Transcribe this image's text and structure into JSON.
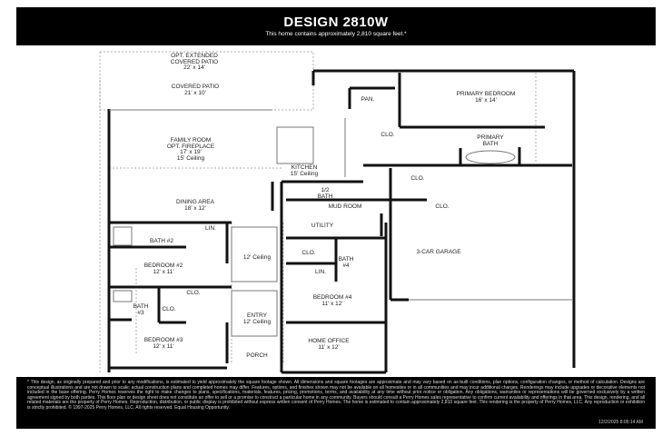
{
  "header": {
    "title": "DESIGN 2810W",
    "subtitle": "This home contains approximately 2,810 square feet.*"
  },
  "rooms": {
    "ext_patio": {
      "name": "OPT. EXTENDED",
      "name2": "COVERED PATIO",
      "size": "22' x 14'"
    },
    "covered_patio": {
      "name": "COVERED PATIO",
      "size": "21' x 10'"
    },
    "pantry": {
      "name": "PAN."
    },
    "primary_bedroom": {
      "name": "PRIMARY BEDROOM",
      "size": "16' x 14'"
    },
    "primary_clo1": {
      "name": "CLO."
    },
    "primary_bath": {
      "name": "PRIMARY",
      "name2": "BATH"
    },
    "family_room": {
      "name": "FAMILY ROOM",
      "name2": "OPT. FIREPLACE",
      "size": "17' x 19'",
      "ceiling": "15' Ceiling"
    },
    "kitchen": {
      "name": "KITCHEN",
      "ceiling": "15' Ceiling"
    },
    "primary_clo2": {
      "name": "CLO."
    },
    "half_bath": {
      "name": "1/2",
      "name2": "BATH"
    },
    "dining": {
      "name": "DINING AREA",
      "size": "18' x 12'"
    },
    "mud_room": {
      "name": "MUD ROOM"
    },
    "mud_clo": {
      "name": "CLO."
    },
    "utility": {
      "name": "UTILITY"
    },
    "bath2": {
      "name": "BATH #2"
    },
    "lin2": {
      "name": "LIN."
    },
    "garage": {
      "name": "3-CAR GARAGE"
    },
    "hall_ceiling": {
      "ceiling": "12' Ceiling"
    },
    "bed4_clo": {
      "name": "CLO."
    },
    "bath4": {
      "name": "BATH",
      "name2": "#4"
    },
    "lin4": {
      "name": "LIN."
    },
    "bedroom2": {
      "name": "BEDROOM #2",
      "size": "12' x 11'"
    },
    "bed2_clo": {
      "name": "CLO."
    },
    "bedroom4": {
      "name": "BEDROOM #4",
      "size": "11' x 12'"
    },
    "bath3": {
      "name": "BATH",
      "name2": "#3"
    },
    "bed3_clo": {
      "name": "CLO."
    },
    "entry": {
      "name": "ENTRY",
      "ceiling": "12' Ceiling"
    },
    "bedroom3": {
      "name": "BEDROOM #3",
      "size": "12' x 11'"
    },
    "home_office": {
      "name": "HOME OFFICE",
      "size": "11' x 12'"
    },
    "porch": {
      "name": "PORCH"
    }
  },
  "footer": {
    "disclaimer": "* This design, as originally prepared and prior to any modifications, is estimated to yield approximately the square footage shown. All dimensions and square footages are approximate and may vary based on as-built conditions, plan options, configuration changes, or method of calculation. Designs are conceptual illustrations and are not drawn to scale; actual construction plans and completed homes may differ. Features, options, and finishes shown may not be available on all homesites or in all communities and may incur additional charges. Renderings may include upgrades or decorative elements not included in the base offering. Perry Homes reserves the right to make changes to plans, specifications, materials, features, pricing, promotions, terms, and availability at any time without prior notice or obligation. Any obligations, warranties or representations will be governed exclusively by a written agreement signed by both parties. This floor plan or design sheet does not constitute an offer to sell or a promise to construct a particular home in any community. Buyers should consult a Perry Homes sales representative to confirm current availability and offerings in that area. This design, rendering, and all related materials are the property of Perry Homes. Reproduction, distribution, or public display is prohibited without express written consent of Perry Homes. The home is estimated to contain approximately 2,810 square feet. This rendering is the property of Perry Homes, LLC. Any reproduction or exhibition is strictly prohibited. © 1997-2025 Perry Homes, LLC. All rights reserved. Equal Housing Opportunity.",
    "timestamp": "12/2/2025 8:05:14 AM"
  }
}
